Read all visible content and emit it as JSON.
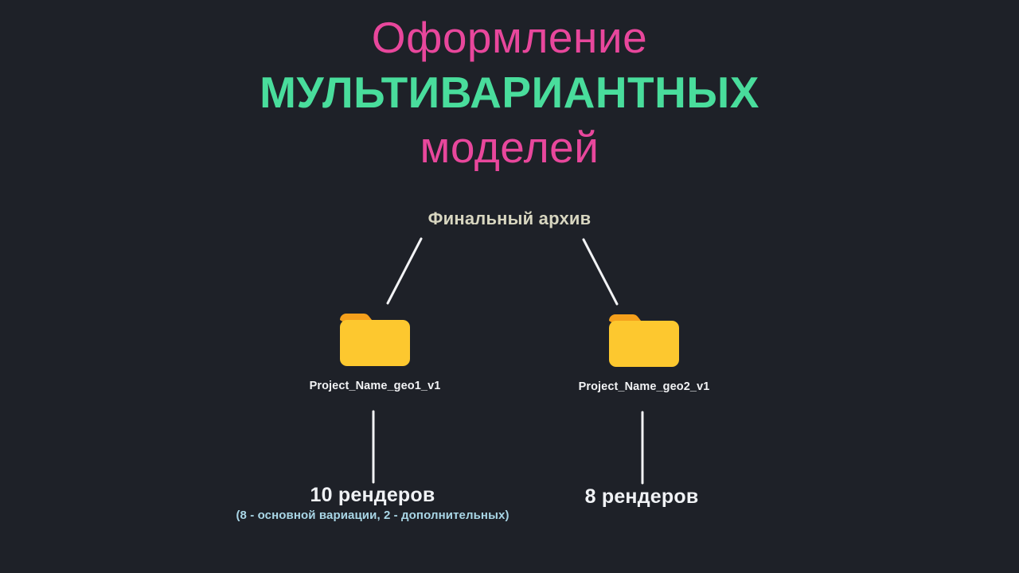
{
  "slide": {
    "background_color": "#1e2128",
    "title": {
      "line1": "Оформление",
      "line2": "МУЛЬТИВАРИАНТНЫХ",
      "line3": "моделей",
      "color_line1": "#e8479c",
      "color_line2": "#49dd9c",
      "color_line3": "#e8479c"
    }
  },
  "diagram": {
    "type": "tree",
    "root": {
      "label": "Финальный архив",
      "color": "#d8d6c0"
    },
    "edge_color": "#f2f3f5",
    "folders": [
      {
        "icon": "folder-icon",
        "label": "Project_Name_geo1_v1",
        "body_color": "#fdc82f",
        "tab_color": "#f5a01c",
        "count_main": "10 рендеров",
        "count_sub": "(8 - основной вариации, 2 - дополнительных)",
        "count_main_color": "#f0f2f5",
        "count_sub_color": "#a9d6e6"
      },
      {
        "icon": "folder-icon",
        "label": "Project_Name_geo2_v1",
        "body_color": "#fdc82f",
        "tab_color": "#f5a01c",
        "count_main": "8 рендеров",
        "count_sub": "",
        "count_main_color": "#f0f2f5",
        "count_sub_color": "#a9d6e6"
      }
    ]
  }
}
